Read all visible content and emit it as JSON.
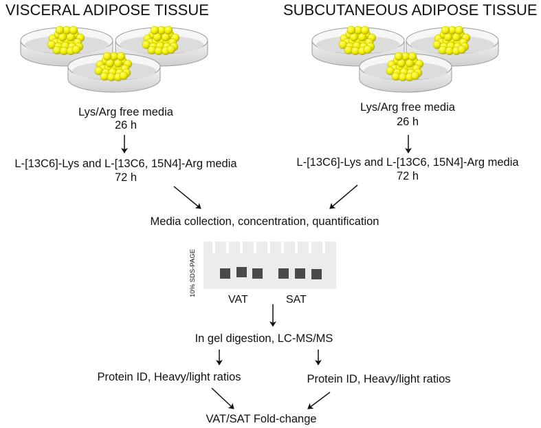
{
  "titles": {
    "visceral": "VISCERAL ADIPOSE TISSUE",
    "subcutaneous": "SUBCUTANEOUS ADIPOSE TISSUE"
  },
  "left_column": {
    "media_free": "Lys/Arg free media",
    "time1": "26 h",
    "label_media": "L-[13C6]-Lys and L-[13C6, 15N4]-Arg media",
    "time2": "72 h"
  },
  "right_column": {
    "media_free": "Lys/Arg free media",
    "time1": "26 h",
    "label_media": "L-[13C6]-Lys and L-[13C6, 15N4]-Arg  media",
    "time2": "72 h"
  },
  "center_steps": {
    "collection": "Media collection, concentration, quantification",
    "digestion": "In gel digestion, LC-MS/MS",
    "protein_left": "Protein ID, Heavy/light ratios",
    "protein_right": "Protein ID, Heavy/light ratios",
    "foldchange": "VAT/SAT Fold-change"
  },
  "gel": {
    "page_label": "10% SDS-PAGE",
    "vat_label": "VAT",
    "sat_label": "SAT",
    "band_color": "#4a4a4a",
    "gel_color": "#ececec"
  },
  "colors": {
    "tissue_yellow": "#f2ee00",
    "dish_gray": "#d8d8d8"
  }
}
